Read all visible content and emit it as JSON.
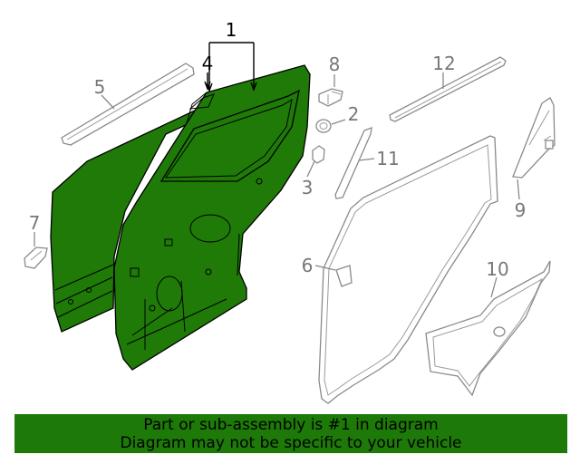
{
  "callouts": {
    "c1": "1",
    "c2": "2",
    "c3": "3",
    "c4": "4",
    "c5": "5",
    "c6": "6",
    "c7": "7",
    "c8": "8",
    "c9": "9",
    "c10": "10",
    "c11": "11",
    "c12": "12"
  },
  "banner": {
    "line1": "Part or sub-assembly is #1 in diagram",
    "line2": "Diagram may not be specific to your vehicle"
  },
  "colors": {
    "highlight": "#1f7a08",
    "banner": "#1e7a08",
    "unhighlighted_parts": "#8a8a8a"
  }
}
